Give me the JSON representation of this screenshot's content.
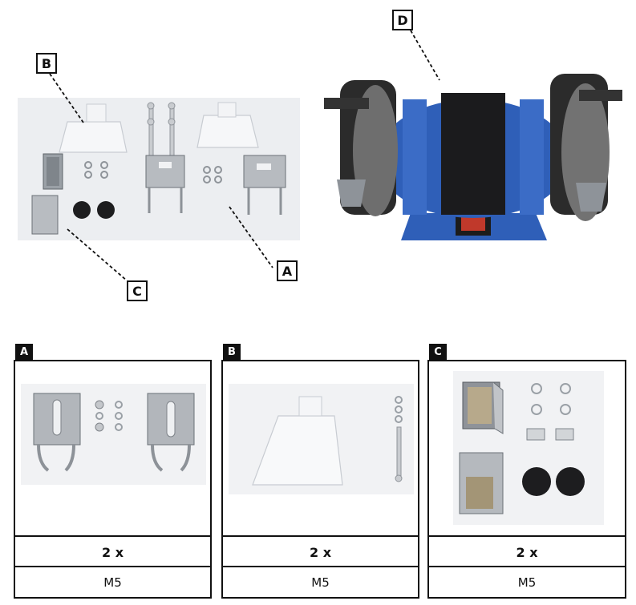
{
  "callouts": {
    "a": "A",
    "b": "B",
    "c": "C",
    "d": "D"
  },
  "panels": [
    {
      "tag": "A",
      "quantity": "2 x",
      "size": "M5"
    },
    {
      "tag": "B",
      "quantity": "2 x",
      "size": "M5"
    },
    {
      "tag": "C",
      "quantity": "2 x",
      "size": "M5"
    }
  ],
  "colors": {
    "grinder_blue": "#2f5fb8",
    "photo_bg": "#eef0f3"
  }
}
